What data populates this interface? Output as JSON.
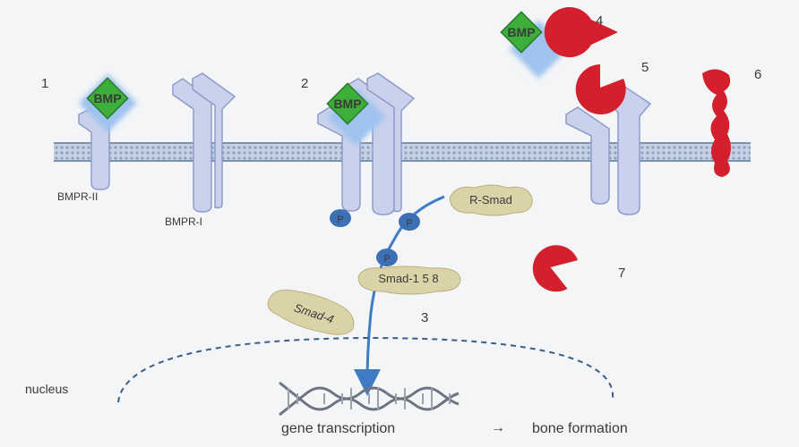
{
  "steps": {
    "s1": "1",
    "s2": "2",
    "s3": "3",
    "s4": "4",
    "s5": "5",
    "s6": "6",
    "s7": "7"
  },
  "ligand": {
    "label": "BMP"
  },
  "receptors": {
    "type_ii": "BMPR-II",
    "type_i": "BMPR-I"
  },
  "phospho": {
    "label": "P"
  },
  "smads": {
    "r_smad": "R-Smad",
    "smad_158": "Smad-1 5 8",
    "smad_4": "Smad-4"
  },
  "compartments": {
    "nucleus": "nucleus"
  },
  "outcome": {
    "transcription": "gene transcription",
    "arrow": "→",
    "bone": "bone formation"
  },
  "colors": {
    "membrane": "#8fa6c4",
    "receptor": "#c9d1ec",
    "receptor_edge": "#8e9cc8",
    "bmp_fill": "#3dae3a",
    "bmp_glow": "#9ec3ef",
    "antagonist": "#d3202c",
    "phospho": "#3d6fb4",
    "smad": "#dbd3a8",
    "arrow": "#3e7cc3"
  }
}
